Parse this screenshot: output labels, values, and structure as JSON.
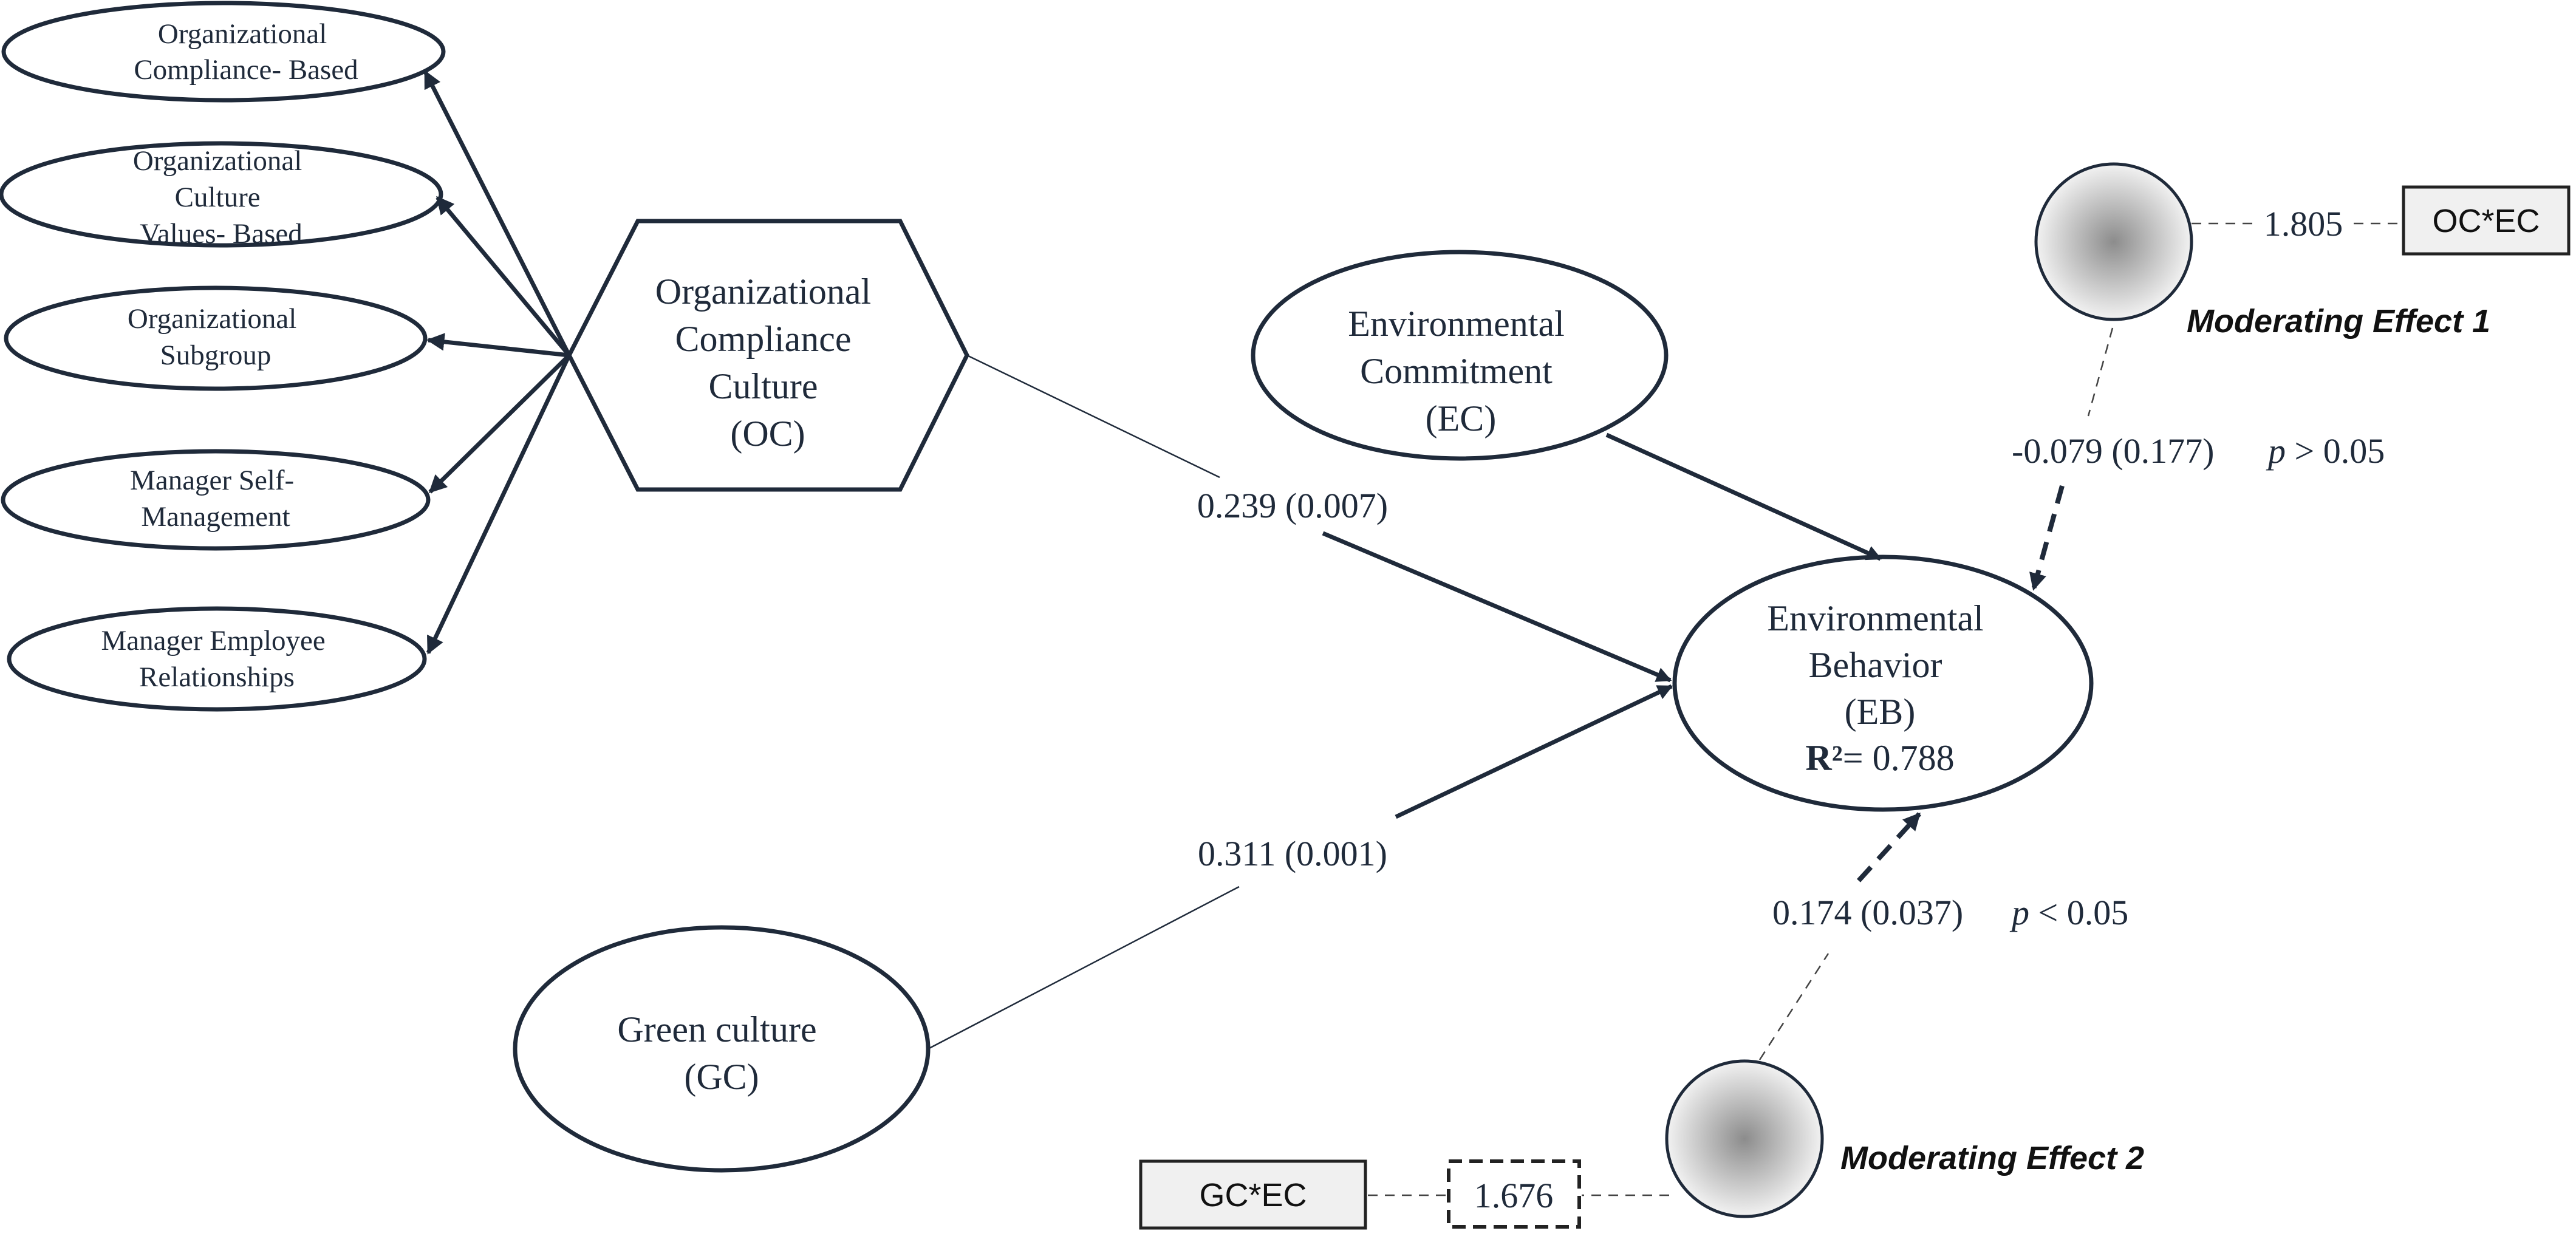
{
  "indicators": [
    {
      "lines": [
        "Organizational",
        "Compliance- Based"
      ]
    },
    {
      "lines": [
        "Organizational",
        "Culture",
        "Values- Based"
      ]
    },
    {
      "lines": [
        "Organizational",
        "Subgroup"
      ]
    },
    {
      "lines": [
        "Manager Self-",
        "Management"
      ]
    },
    {
      "lines": [
        "Manager Employee",
        "Relationships"
      ]
    }
  ],
  "constructs": {
    "oc": {
      "lines": [
        "Organizational",
        "Compliance",
        "Culture",
        "(OC)"
      ]
    },
    "ec": {
      "lines": [
        "Environmental",
        "Commitment",
        "(EC)"
      ]
    },
    "eb": {
      "lines": [
        "Environmental",
        "Behavior",
        "(EB)"
      ],
      "r2_label": "R²",
      "r2_value": "= 0.788"
    },
    "gc": {
      "lines": [
        "Green culture",
        "(GC)"
      ]
    }
  },
  "paths": {
    "oc_eb": "0.239 (0.007)",
    "gc_eb": "0.311 (0.001)",
    "mod1": "-0.079 (0.177)",
    "mod1_p_symbol": "p",
    "mod1_p_rest": " > 0.05",
    "mod2": "0.174 (0.037)",
    "mod2_p_symbol": "p",
    "mod2_p_rest": " < 0.05"
  },
  "moderators": {
    "m1": {
      "value": "1.805",
      "box": "OC*EC",
      "label": "Moderating Effect 1"
    },
    "m2": {
      "value": "1.676",
      "box": "GC*EC",
      "label": "Moderating Effect 2"
    }
  }
}
